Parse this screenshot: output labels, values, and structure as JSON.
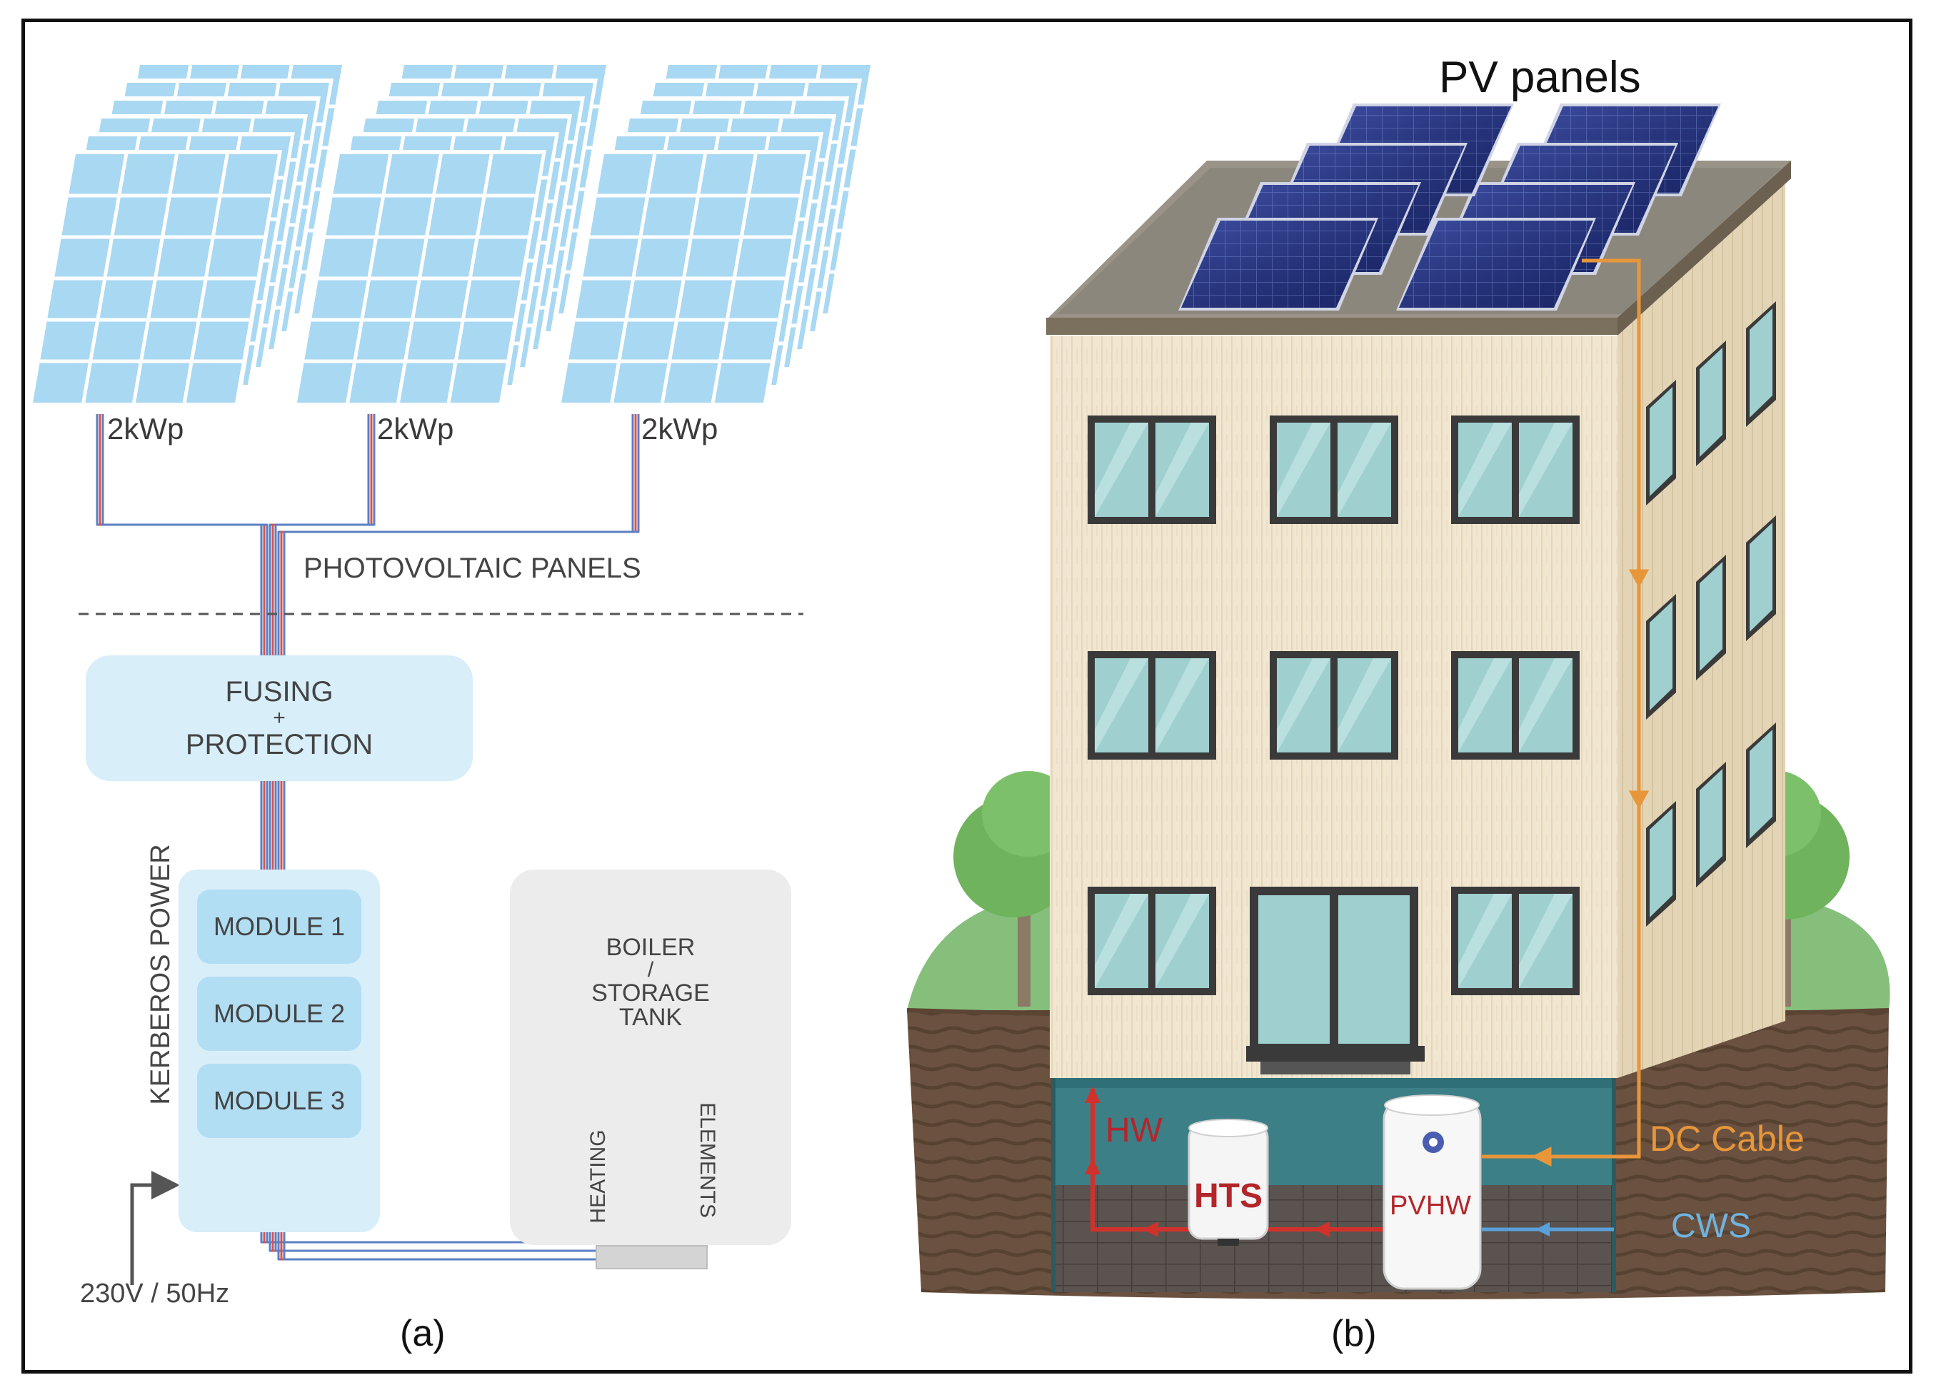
{
  "panel_a": {
    "array_labels": [
      "2kWp",
      "2kWp",
      "2kWp"
    ],
    "photovoltaic_label": "PHOTOVOLTAIC PANELS",
    "fusing": {
      "line1": "FUSING",
      "line2": "+",
      "line3": "PROTECTION"
    },
    "kerberos_label": "KERBEROS POWER",
    "modules": [
      "MODULE 1",
      "MODULE 2",
      "MODULE 3"
    ],
    "boiler": {
      "line1": "BOILER",
      "line2": "/",
      "line3": "STORAGE",
      "line4": "TANK"
    },
    "heating_label": "HEATING",
    "elements_label": "ELEMENTS",
    "supply_label": "230V / 50Hz",
    "caption": "(a)"
  },
  "panel_b": {
    "pv_panels_label": "PV panels",
    "hw_label": "HW",
    "hts_label": "HTS",
    "pvhw_label": "PVHW",
    "dc_cable_label": "DC Cable",
    "cws_label": "CWS",
    "caption": "(b)"
  },
  "colors": {
    "pv_cell": "#a9d8f2",
    "pv_grid": "#ffffff",
    "wire_red": "#d9534f",
    "wire_blue": "#5b7fc2",
    "box_fill": "#d8eef9",
    "boiler_fill": "#ececec",
    "facade": "#f1e6d0",
    "dc_cable": "#e8963a",
    "hot_water": "#d2312b",
    "cold_water": "#5aa0d8",
    "grass": "#86bf7c",
    "soil": "#6b5240"
  }
}
